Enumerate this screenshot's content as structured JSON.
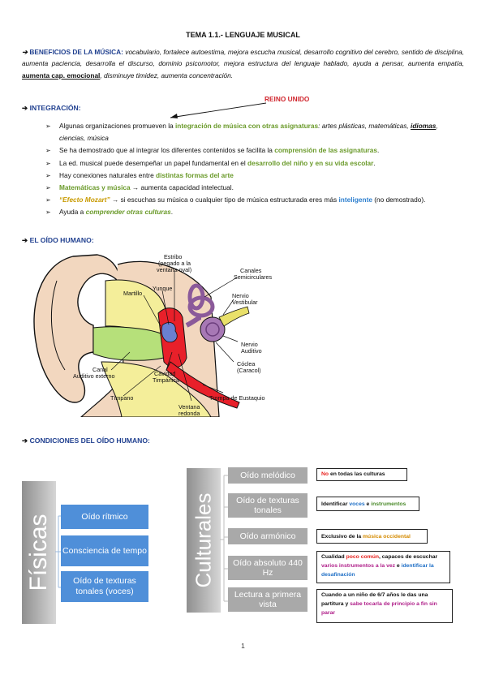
{
  "title": "TEMA 1.1.- LENGUAJE MUSICAL",
  "beneficios": {
    "heading": "BENEFICIOS DE LA MÚSICA:",
    "text1": "vocabulario, fortalece autoestima, mejora escucha musical, desarrollo cognitivo del cerebro, sentido de disciplina, aumenta paciencia, desarrolla el discurso, dominio psicomotor, mejora estructura del lenguaje hablado, ayuda a pensar, aumenta empatía,",
    "highlight": "aumenta cap. emocional",
    "text2": ", disminuye timidez, aumenta concentración."
  },
  "integracion": {
    "heading": "INTEGRACIÓN:",
    "annotation": "REINO UNIDO",
    "b1_a": "Algunas organizaciones promueven la ",
    "b1_hl": "integración de música con otras asignaturas",
    "b1_b": ": artes plásticas, matemáticas, ",
    "b1_ul": "idiomas",
    "b1_c": ", ciencias, música",
    "b2_a": "Se ha demostrado que al integrar los diferentes contenidos se facilita la ",
    "b2_hl": "comprensión de las asignaturas",
    "b2_b": ".",
    "b3_a": "La ed. musical puede desempeñar un papel fundamental en el ",
    "b3_hl": "desarrollo del niño y en su vida escolar",
    "b3_b": ".",
    "b4_a": "Hay conexiones naturales entre ",
    "b4_hl": "distintas formas del arte",
    "b5_hl": "Matemáticas y música",
    "b5_b": " → aumenta capacidad intelectual.",
    "b6_hl": "“Efecto Mozart”",
    "b6_b": " → si escuchas su música o cualquier tipo de música estructurada eres más ",
    "b6_hl2": "inteligente",
    "b6_c": " (no demostrado).",
    "b7_a": "Ayuda a ",
    "b7_hl": "comprender otras culturas",
    "b7_b": "."
  },
  "oido": {
    "heading": "EL OÍDO HUMANO:",
    "labels": {
      "estribo": "Estribo",
      "estribo2": "(pegado a la",
      "estribo3": "ventana oval)",
      "canales": "Canales",
      "canales2": "Semicirculares",
      "martillo": "Martillo",
      "yunque": "Yunque",
      "nervio_vest": "Nervio",
      "nervio_vest2": "Vestibular",
      "nervio_aud": "Nervio",
      "nervio_aud2": "Auditivo",
      "canal": "Canal",
      "canal2": "Auditivo externo",
      "cavidad": "Cavidad",
      "cavidad2": "Timpánica",
      "coclea": "Cóclea",
      "coclea2": "(Caracol)",
      "timpano": "Tímpano",
      "trompa": "Trompa de Eustaquio",
      "ventana": "Ventana",
      "ventana2": "redonda"
    }
  },
  "condiciones": {
    "heading": "CONDICIONES DEL OÍDO HUMANO:",
    "fisicas": {
      "label": "Físicas",
      "items": [
        "Oído rítmico",
        "Consciencia de tempo",
        "Oído de texturas tonales (voces)"
      ]
    },
    "culturales": {
      "label": "Culturales",
      "items": [
        "Oído melódico",
        "Oído de texturas tonales",
        "Oído armónico",
        "Oído absoluto 440 Hz",
        "Lectura a primera vista"
      ]
    },
    "notes": {
      "n1_red": "No",
      "n1_rest": " en todas las culturas",
      "n2_a": "Identificar ",
      "n2_blue": "voces",
      "n2_b": " e ",
      "n2_green": "instrumentos",
      "n3_a": "Exclusivo de la ",
      "n3_orange": "música occidental",
      "n4_a": "Cualidad ",
      "n4_red": "poco común",
      "n4_b": ", capaces de escuchar ",
      "n4_purple": "varios instrumentos a la vez",
      "n4_c": " e ",
      "n4_blue": "identificar la desafinación",
      "n5_a": "Cuando a un niño de 6/7 años le das una partitura y ",
      "n5_purple": "sabe tocarla de principio a fin sin parar"
    }
  },
  "page_number": "1"
}
